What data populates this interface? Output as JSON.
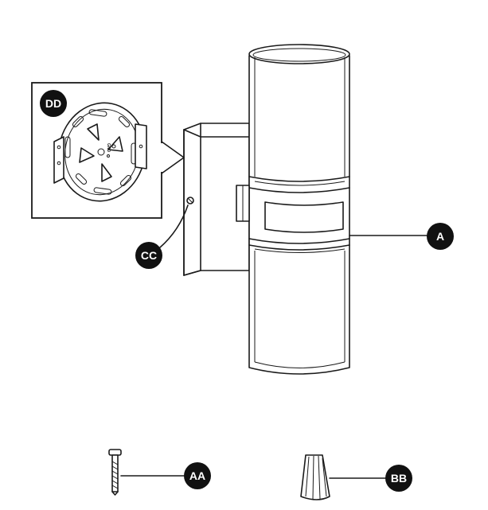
{
  "parts": {
    "A": "A",
    "AA": "AA",
    "BB": "BB",
    "CC": "CC",
    "DD": "DD"
  },
  "plate_marking": "GND"
}
